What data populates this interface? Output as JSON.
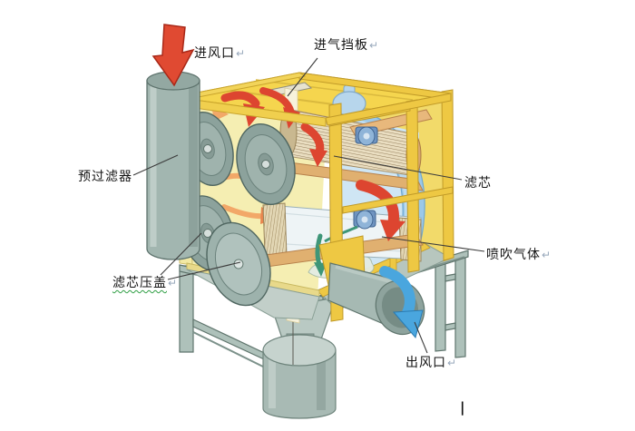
{
  "page": {
    "background": "#ffffff"
  },
  "diagram": {
    "labels": {
      "air_inlet": {
        "text": "进风口",
        "mark": "↵"
      },
      "intake_baffle": {
        "text": "进气挡板",
        "mark": "↵"
      },
      "pre_filter": {
        "text": "预过滤器",
        "mark": ""
      },
      "filter_cartridge": {
        "text": "滤芯",
        "mark": ""
      },
      "pulse_jet_gas": {
        "text": "喷吹气体",
        "mark": "↵"
      },
      "cartridge_cover": {
        "text": "滤芯压盖",
        "mark": "↵"
      },
      "air_outlet": {
        "text": "出风口",
        "mark": "↵"
      },
      "cursor": {
        "text": "|"
      }
    },
    "colors": {
      "cabinet_frame_yellow": "#eec843",
      "cabinet_top_yellow": "#f5d54e",
      "panel_cream": "#f5eeb2",
      "steel_grey": "#a7bab3",
      "steel_dark": "#5f756d",
      "dirty_air_red": "#dd4530",
      "clean_air_blue": "#9cc8e8",
      "outlet_arrow_blue": "#4aa6de",
      "dust_arrow_green": "#3e9678",
      "pleat_tan": "#e9ddc0",
      "label_text": "#141414",
      "paragraph_mark": "#98a8bc",
      "squiggle_green": "#2f9e44"
    }
  }
}
